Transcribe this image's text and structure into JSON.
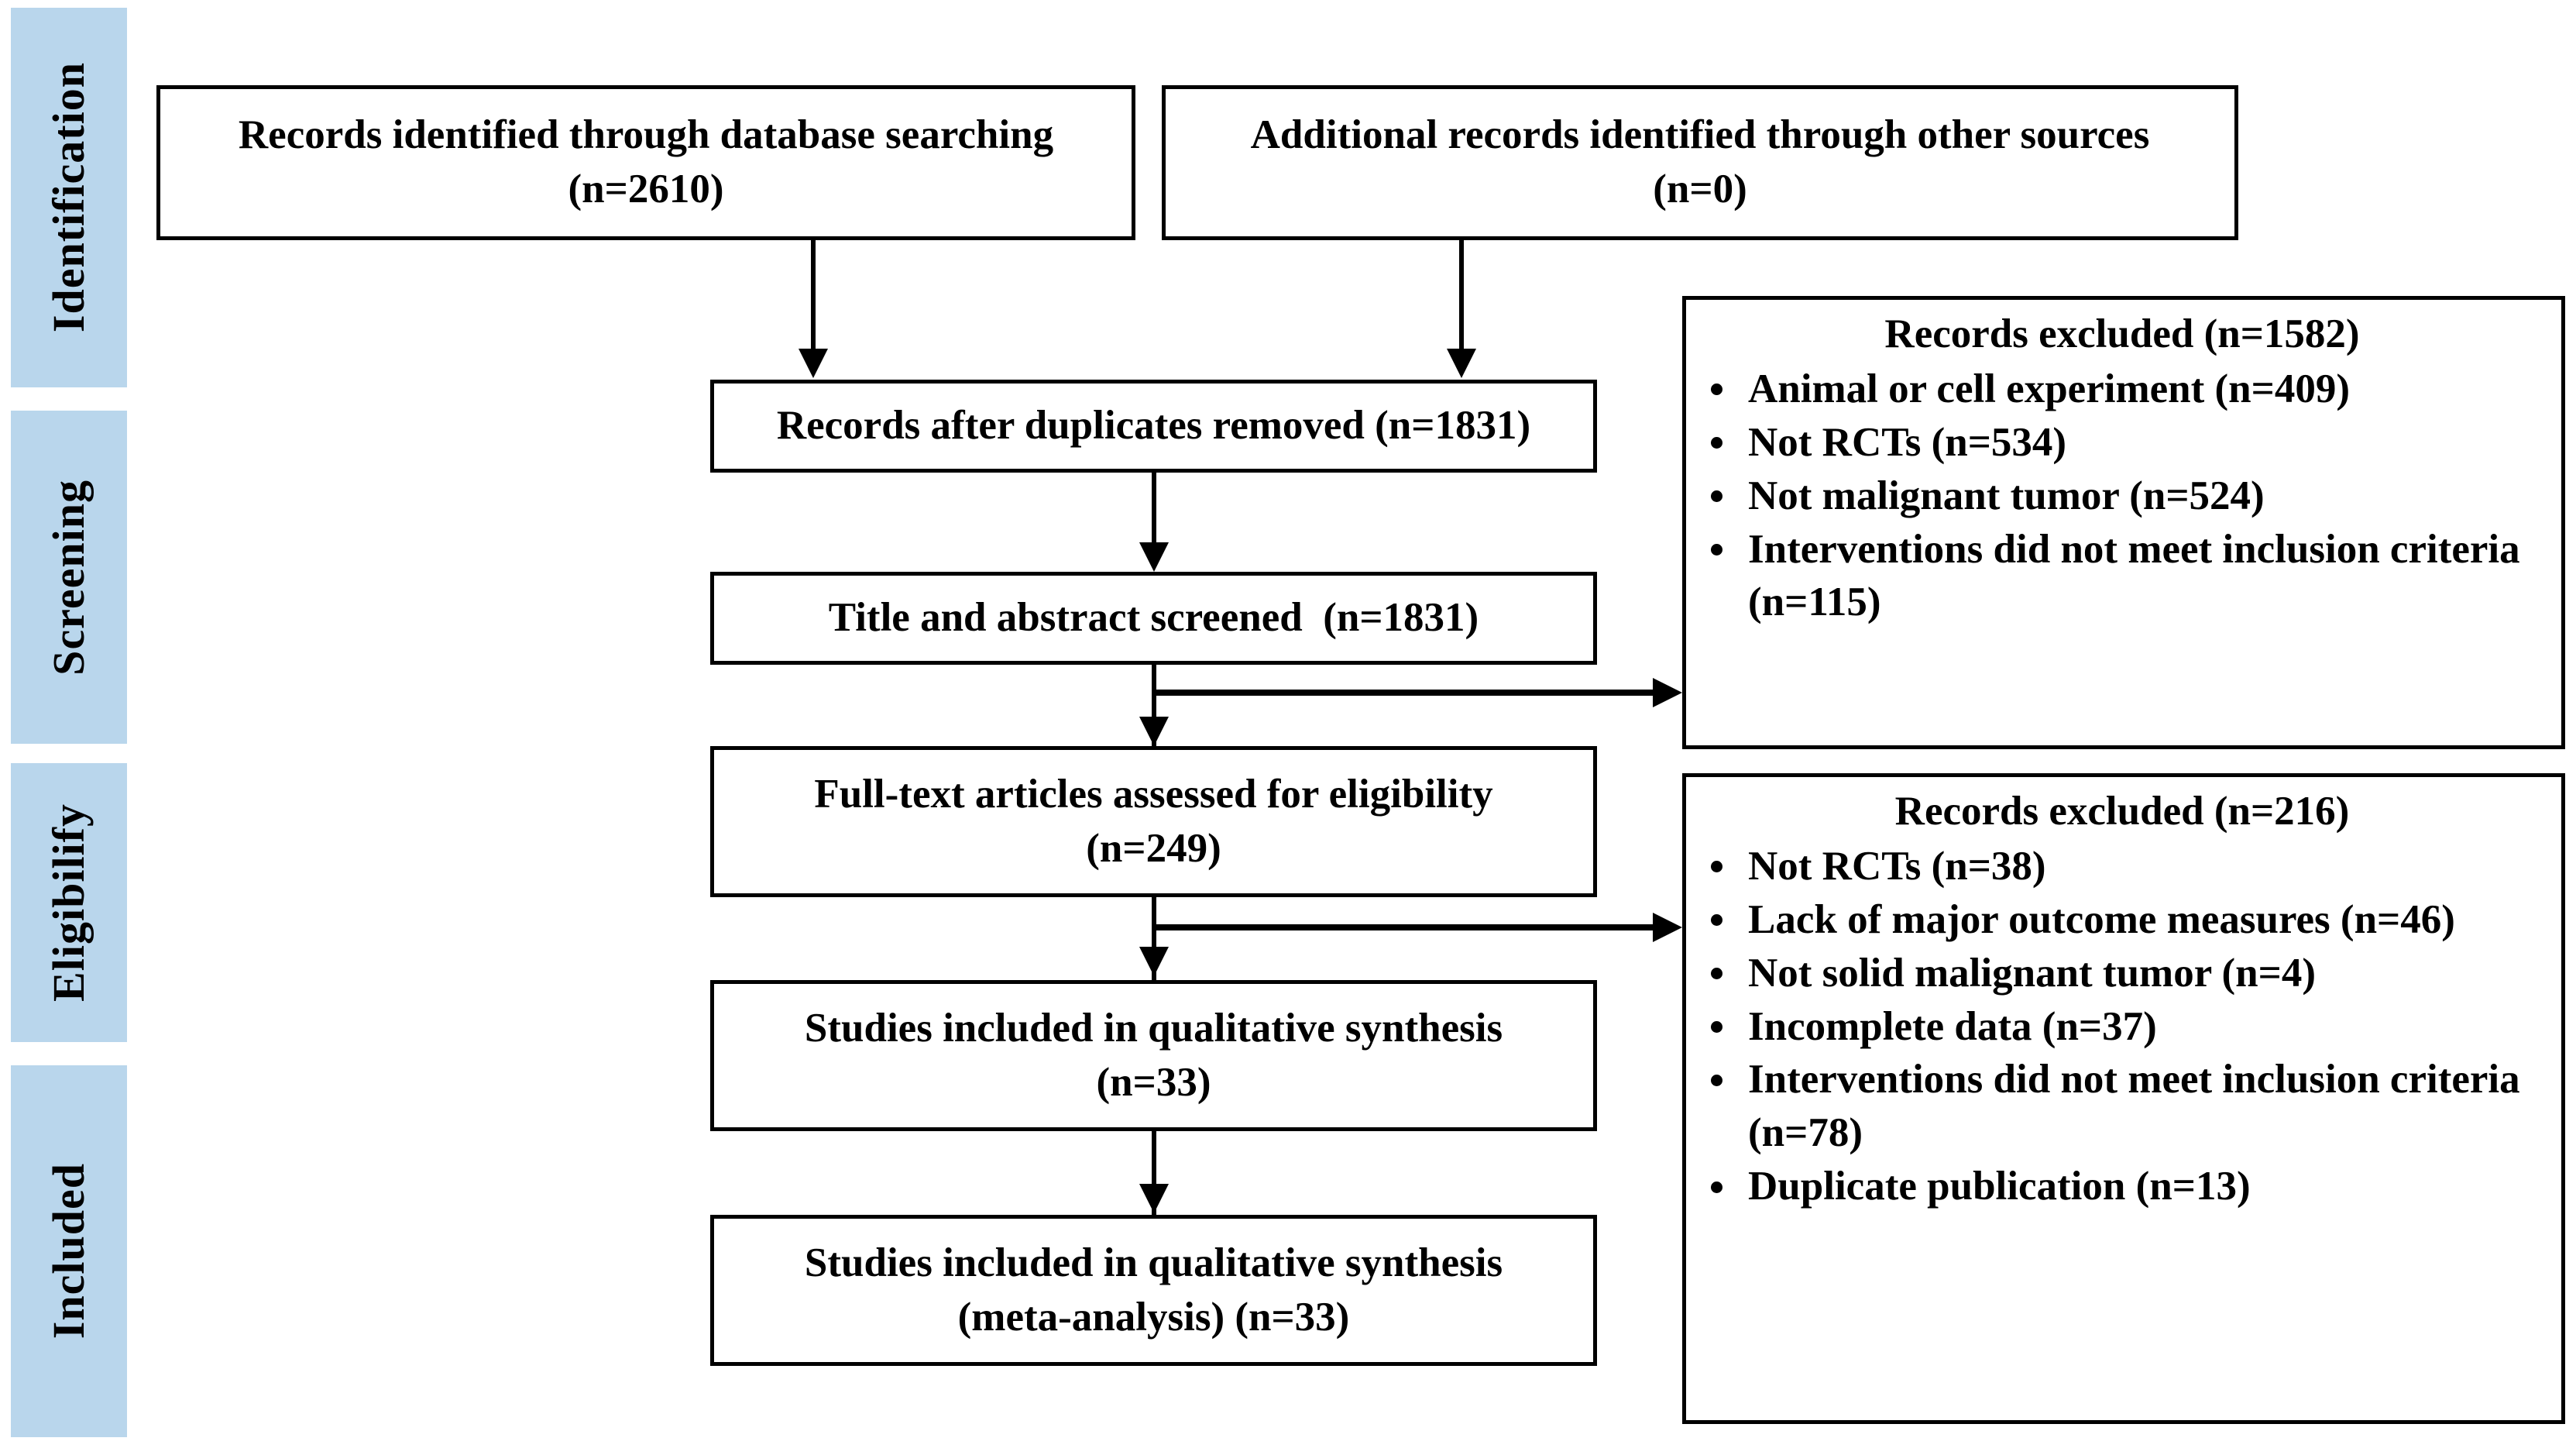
{
  "diagram": {
    "title": "PRISMA flow diagram",
    "accent_color": "#b9d6ec",
    "line_color": "#000000",
    "box_background": "#ffffff"
  },
  "stages": [
    {
      "label": "Identification"
    },
    {
      "label": "Screening"
    },
    {
      "label": "Eligibilify"
    },
    {
      "label": "Included"
    }
  ],
  "boxes": {
    "database_search": {
      "line1": "Records identified through database searching",
      "line2": "(n=2610)",
      "count": 2610
    },
    "other_sources": {
      "line1": "Additional records identified through other sources",
      "line2": "(n=0)",
      "count": 0
    },
    "duplicates_removed": {
      "line1": "Records after duplicates removed (n=1831)",
      "count": 1831
    },
    "title_abstract_screened": {
      "line1": "Title and abstract screened  (n=1831)",
      "count": 1831
    },
    "fulltext_assessed": {
      "line1": "Full-text articles assessed for eligibility",
      "line2": "(n=249)",
      "count": 249
    },
    "qualitative_synthesis": {
      "line1": "Studies included in qualitative synthesis",
      "line2": "(n=33)",
      "count": 33
    },
    "meta_analysis": {
      "line1": "Studies included in qualitative synthesis",
      "line2": "(meta-analysis) (n=33)",
      "count": 33
    }
  },
  "exclusions": {
    "screening": {
      "title": "Records excluded (n=1582)",
      "total": 1582,
      "reasons": [
        {
          "text": "Animal or cell experiment (n=409)",
          "n": 409
        },
        {
          "text": "Not RCTs (n=534)",
          "n": 534
        },
        {
          "text": "Not malignant tumor (n=524)",
          "n": 524
        },
        {
          "text": "Interventions did not meet inclusion criteria (n=115)",
          "n": 115
        }
      ]
    },
    "eligibility": {
      "title": "Records excluded (n=216)",
      "total": 216,
      "reasons": [
        {
          "text": "Not RCTs (n=38)",
          "n": 38
        },
        {
          "text": "Lack of major outcome measures (n=46)",
          "n": 46
        },
        {
          "text": "Not solid malignant tumor (n=4)",
          "n": 4
        },
        {
          "text": "Incomplete data (n=37)",
          "n": 37
        },
        {
          "text": "Interventions did not meet inclusion criteria (n=78)",
          "n": 78
        },
        {
          "text": "Duplicate publication (n=13)",
          "n": 13
        }
      ]
    }
  }
}
